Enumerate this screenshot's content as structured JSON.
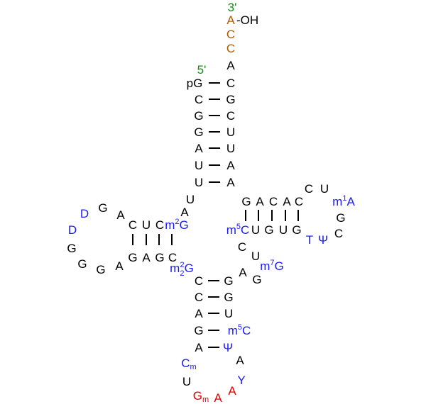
{
  "colors": {
    "standard": "#000000",
    "modified": "#1a1aff",
    "anticodon": "#e00000",
    "cca": "#b35900",
    "terminus": "#138a13"
  },
  "ends": {
    "three_prime": "3'",
    "five_prime": "5'",
    "oh": "-OH"
  },
  "acceptor": {
    "tail": [
      "A",
      "C",
      "C",
      "A"
    ],
    "left": [
      "pG",
      "C",
      "G",
      "G",
      "A",
      "U",
      "U"
    ],
    "right": [
      "C",
      "G",
      "C",
      "U",
      "U",
      "A",
      "A"
    ]
  },
  "linker": [
    "U",
    "A"
  ],
  "d_arm": {
    "top": [
      "C",
      "U",
      "C"
    ],
    "top_mod": {
      "m": "m",
      "sup": "2",
      "base": "G"
    },
    "bottom": [
      "G",
      "A",
      "G",
      "C"
    ],
    "bottom_mod": {
      "m": "m",
      "sub": "2",
      "sup": "2",
      "base": "G"
    },
    "loop": [
      "A",
      "G",
      "D",
      "D",
      "G",
      "G",
      "G",
      "A"
    ]
  },
  "t_arm": {
    "top": [
      "G",
      "A",
      "C",
      "A",
      "C"
    ],
    "bottom_mod": {
      "m": "m",
      "sup": "5",
      "base": "C"
    },
    "bottom": [
      "U",
      "G",
      "U",
      "G"
    ],
    "loop": [
      "C",
      "U",
      "G",
      "C",
      "Ψ",
      "T"
    ],
    "m1a": {
      "m": "m",
      "sup": "1",
      "base": "A"
    }
  },
  "variable": [
    "C",
    "U",
    "A",
    "G"
  ],
  "variable_mod": {
    "m": "m",
    "sup": "7",
    "base": "G"
  },
  "anticodon_arm": {
    "left": [
      "C",
      "C",
      "A",
      "G",
      "A"
    ],
    "right": [
      "G",
      "G",
      "U",
      "Ψ"
    ],
    "right_mod": {
      "m": "m",
      "sup": "5",
      "base": "C"
    },
    "loop": {
      "cm": "C",
      "cm_sub": "m",
      "u": "U",
      "gm": "G",
      "gm_sub": "m",
      "a1": "A",
      "a2": "A",
      "y": "Y",
      "a3": "A"
    }
  }
}
